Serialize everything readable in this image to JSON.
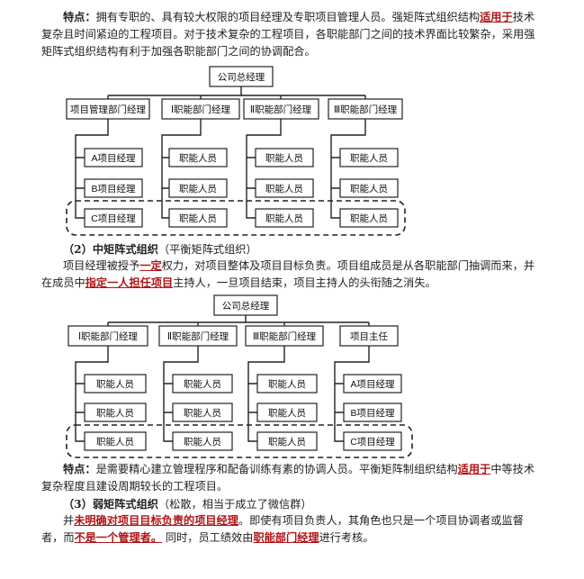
{
  "strong_matrix": {
    "features_label": "特点：",
    "features_a": "拥有专职的、具有较大权限的项目经理及专职项目管理人员。强矩阵式组织结构",
    "features_hl": "适用于",
    "features_b": "技术复杂且时间紧迫的工程项目。对于技术复杂的工程项目，各职能部门之间的技术界面比较繁杂，采用强矩阵式组织结构有利于加强各职能部门之间的协调配合。"
  },
  "diagram1": {
    "top": "公司总经理",
    "columns": [
      {
        "head": "项目管理部门经理",
        "items": [
          "A项目经理",
          "B项目经理",
          "C项目经理"
        ]
      },
      {
        "head": "Ⅰ职能部门经理",
        "items": [
          "职能人员",
          "职能人员",
          "职能人员"
        ]
      },
      {
        "head": "Ⅱ职能部门经理",
        "items": [
          "职能人员",
          "职能人员",
          "职能人员"
        ]
      },
      {
        "head": "Ⅲ职能部门经理",
        "items": [
          "职能人员",
          "职能人员",
          "职能人员"
        ]
      }
    ]
  },
  "medium_matrix": {
    "heading": "（2）中矩阵式组织",
    "heading_note": "（平衡矩阵式组织）",
    "body_a": "项目经理被授予",
    "body_hl1": "一定",
    "body_b": "权力，对项目整体及项目目标负责。项目组成员是从各职能部门抽调而来，并在成员中",
    "body_hl2": "指定一人担任项目",
    "body_c": "主持人，一旦项目结束，项目主持人的头衔随之消失。"
  },
  "diagram2": {
    "top": "公司总经理",
    "columns": [
      {
        "head": "Ⅰ职能部门经理",
        "items": [
          "职能人员",
          "职能人员",
          "职能人员"
        ]
      },
      {
        "head": "Ⅱ职能部门经理",
        "items": [
          "职能人员",
          "职能人员",
          "职能人员"
        ]
      },
      {
        "head": "Ⅲ职能部门经理",
        "items": [
          "职能人员",
          "职能人员",
          "职能人员"
        ]
      },
      {
        "head": "项目主任",
        "items": [
          "A项目经理",
          "B项目经理",
          "C项目经理"
        ]
      }
    ]
  },
  "medium_features": {
    "label": "特点：",
    "a": "是需要精心建立管理程序和配备训练有素的协调人员。平衡矩阵制组织结构",
    "hl": "适用于",
    "b": "中等技术复杂程度且建设周期较长的工程项目。"
  },
  "weak_matrix": {
    "heading": "（3）弱矩阵式组织",
    "heading_note": "（松散，相当于成立了微信群）",
    "a": "并",
    "hl1": "未明确对项目目标负责的项目经理",
    "b": "。即使有项目负责人，其角色也只是一个项目协调者或监督者，而",
    "hl2": "不是一个管理者。",
    "c": " 同时，员工绩效由",
    "hl3": "职能部门经理",
    "d": "进行考核。"
  }
}
